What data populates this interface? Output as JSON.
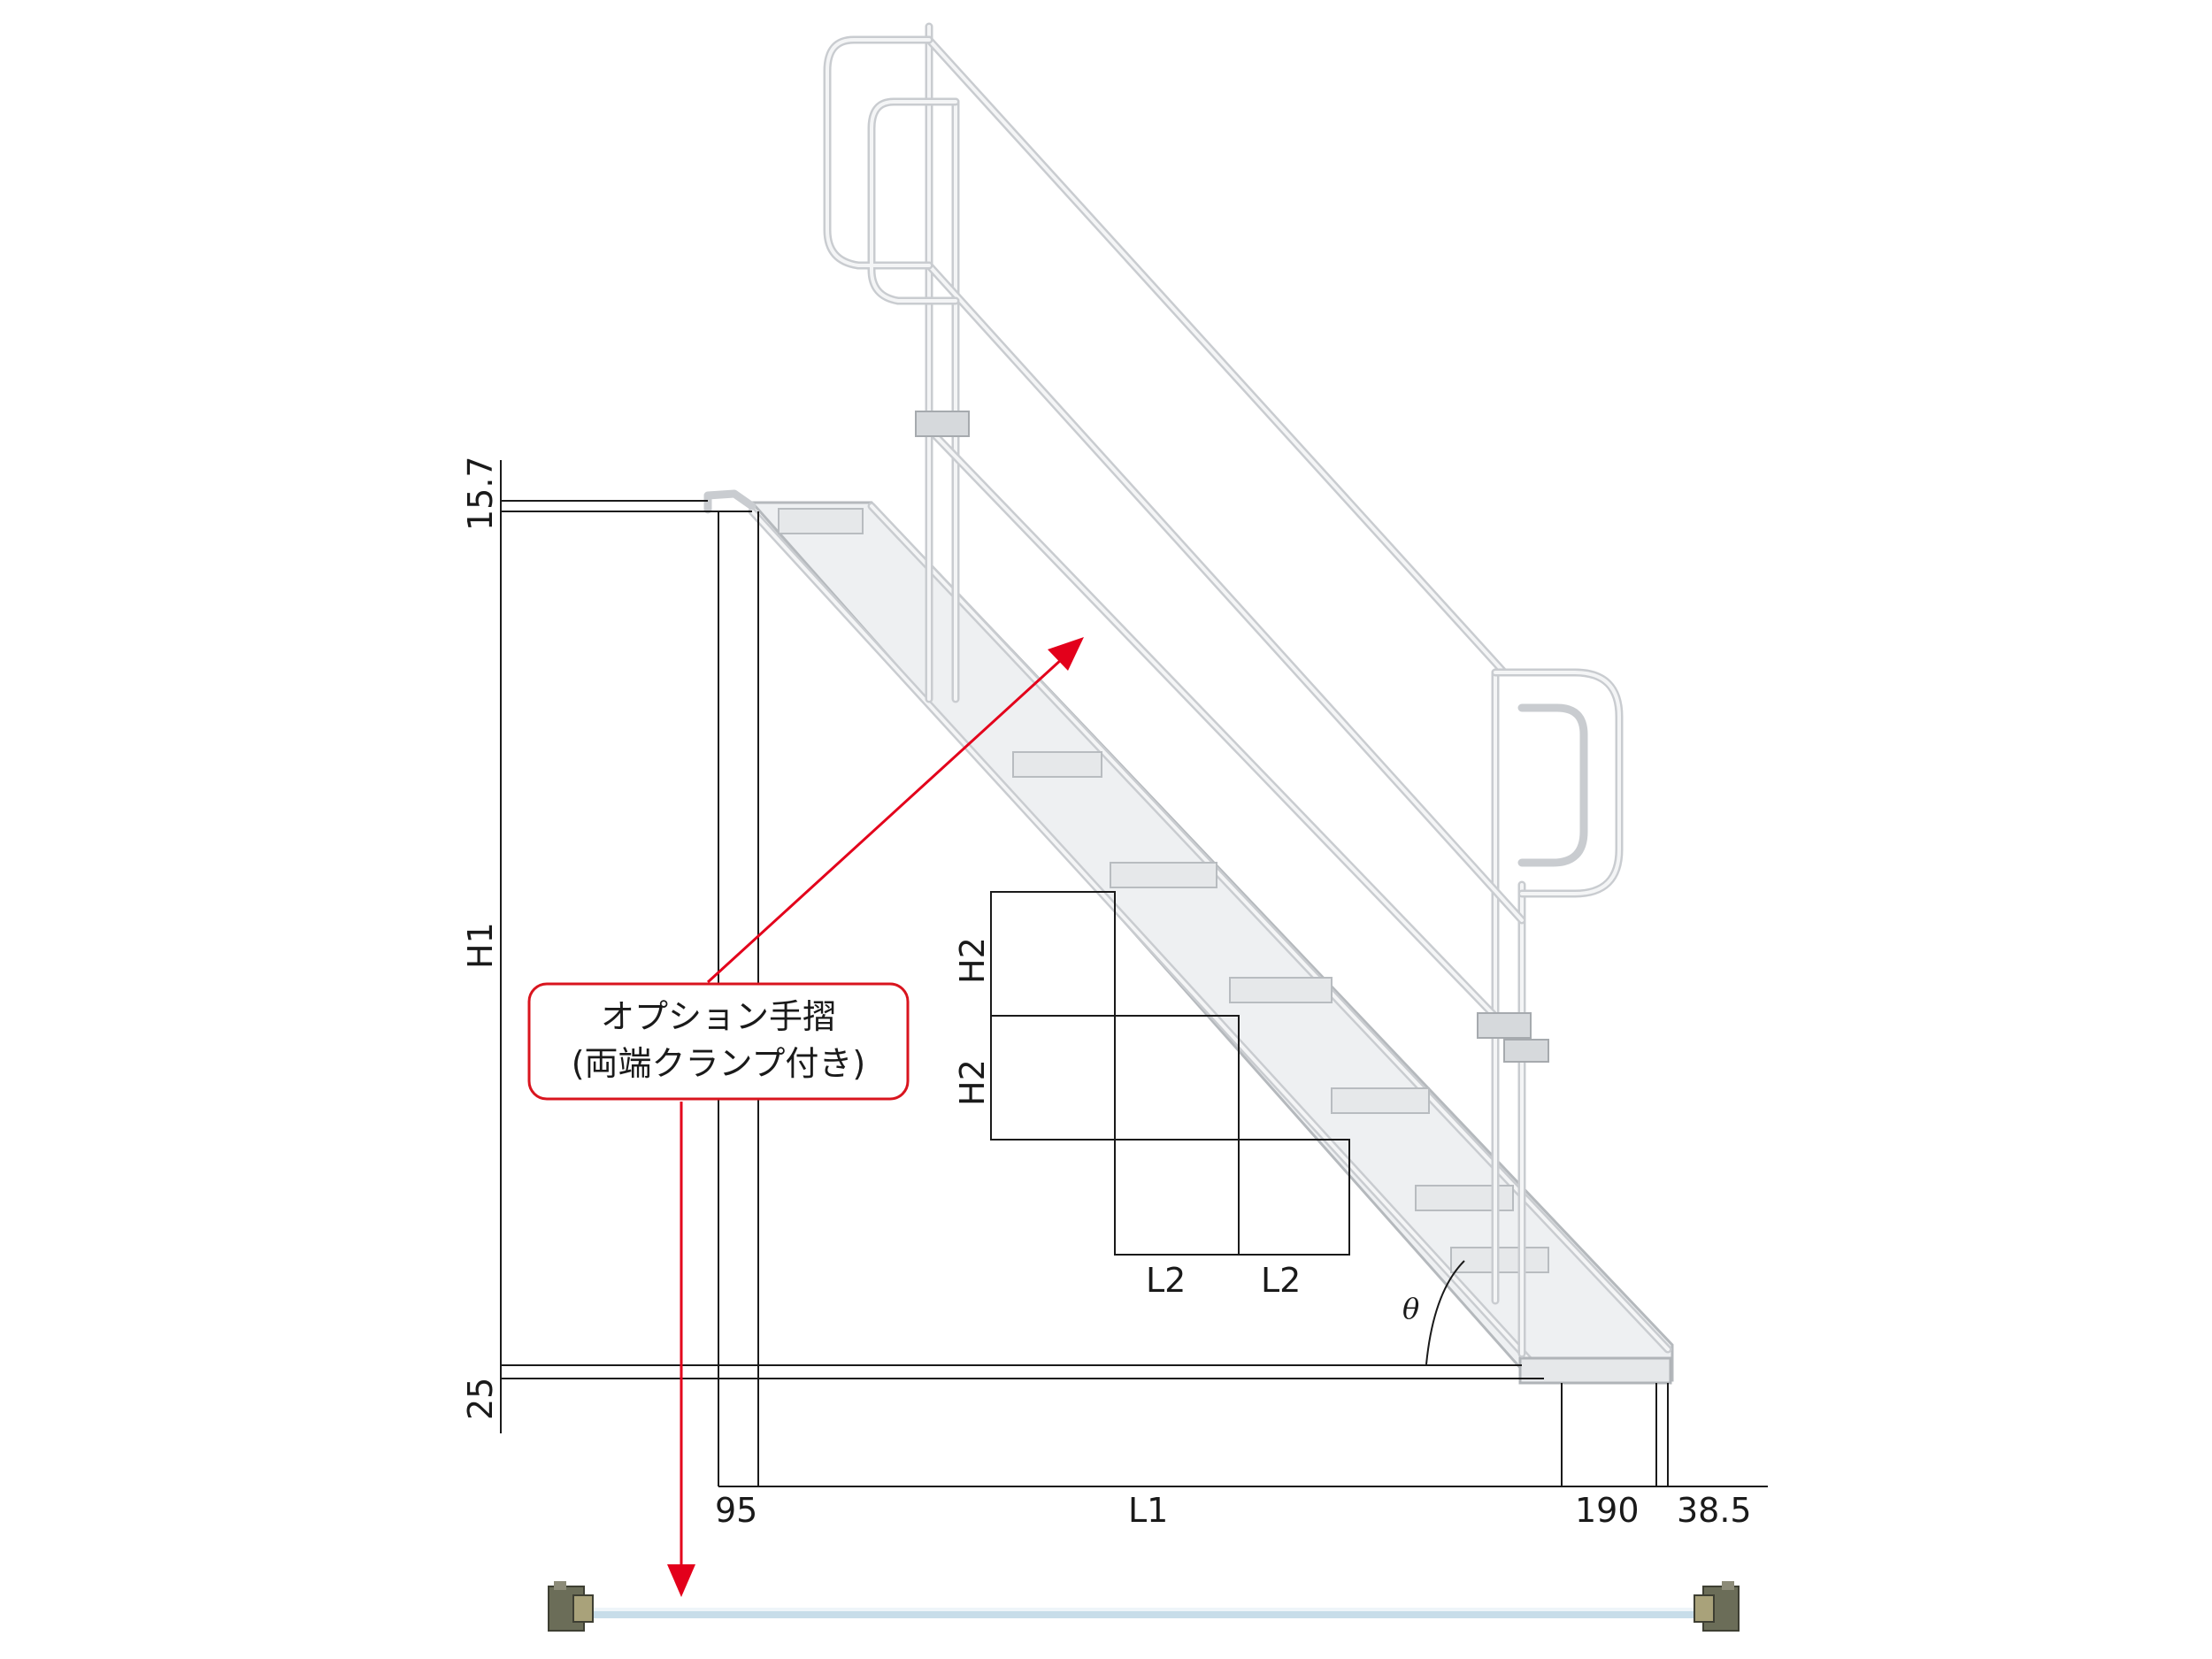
{
  "dimensions": {
    "top_offset": "15.7",
    "h1": "H1",
    "bottom_offset": "25",
    "left_offset": "95",
    "l1": "L1",
    "landing_depth": "190",
    "end_offset": "38.5",
    "h2_upper": "H2",
    "h2_lower": "H2",
    "l2_left": "L2",
    "l2_right": "L2",
    "angle": "θ"
  },
  "callout": {
    "line1": "オプション手摺",
    "line2": "(両端クランプ付き)"
  },
  "colors": {
    "arrow": "#e3001b",
    "callout_border": "#d9141e",
    "dimension_lines": "#1a1a1a",
    "stair_metal": "#c9ccd0"
  }
}
